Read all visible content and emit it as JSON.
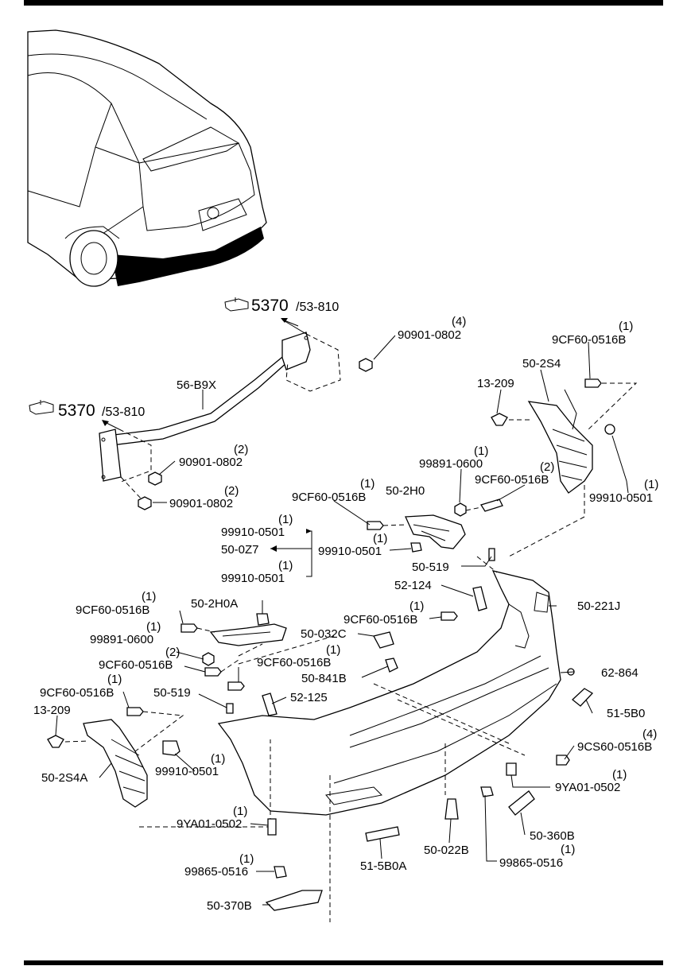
{
  "references": [
    {
      "main": "5370",
      "sub": "/53-810"
    },
    {
      "main": "5370",
      "sub": "/53-810"
    }
  ],
  "parts": [
    {
      "part_no": "56-B9X",
      "qty": ""
    },
    {
      "part_no": "90901-0802",
      "qty": "(4)"
    },
    {
      "part_no": "90901-0802",
      "qty": "(2)"
    },
    {
      "part_no": "90901-0802",
      "qty": "(2)"
    },
    {
      "part_no": "9CF60-0516B",
      "qty": "(1)"
    },
    {
      "part_no": "50-2S4",
      "qty": ""
    },
    {
      "part_no": "13-209",
      "qty": ""
    },
    {
      "part_no": "99891-0600",
      "qty": "(1)"
    },
    {
      "part_no": "9CF60-0516B",
      "qty": "(2)"
    },
    {
      "part_no": "99910-0501",
      "qty": "(1)"
    },
    {
      "part_no": "9CF60-0516B",
      "qty": "(1)"
    },
    {
      "part_no": "50-2H0",
      "qty": ""
    },
    {
      "part_no": "99910-0501",
      "qty": "(1)"
    },
    {
      "part_no": "50-0Z7",
      "qty": ""
    },
    {
      "part_no": "99910-0501",
      "qty": "(1)"
    },
    {
      "part_no": "99910-0501",
      "qty": "(1)"
    },
    {
      "part_no": "50-519",
      "qty": ""
    },
    {
      "part_no": "52-124",
      "qty": ""
    },
    {
      "part_no": "9CF60-0516B",
      "qty": "(1)"
    },
    {
      "part_no": "50-221J",
      "qty": ""
    },
    {
      "part_no": "50-032C",
      "qty": ""
    },
    {
      "part_no": "9CF60-0516B",
      "qty": "(1)"
    },
    {
      "part_no": "50-2H0A",
      "qty": ""
    },
    {
      "part_no": "99891-0600",
      "qty": "(1)"
    },
    {
      "part_no": "9CF60-0516B",
      "qty": "(2)"
    },
    {
      "part_no": "9CF60-0516B",
      "qty": "(1)"
    },
    {
      "part_no": "50-841B",
      "qty": ""
    },
    {
      "part_no": "62-864",
      "qty": ""
    },
    {
      "part_no": "9CF60-0516B",
      "qty": "(1)"
    },
    {
      "part_no": "50-519",
      "qty": ""
    },
    {
      "part_no": "52-125",
      "qty": ""
    },
    {
      "part_no": "13-209",
      "qty": ""
    },
    {
      "part_no": "51-5B0",
      "qty": ""
    },
    {
      "part_no": "9CS60-0516B",
      "qty": "(4)"
    },
    {
      "part_no": "50-2S4A",
      "qty": ""
    },
    {
      "part_no": "99910-0501",
      "qty": "(1)"
    },
    {
      "part_no": "9YA01-0502",
      "qty": "(1)"
    },
    {
      "part_no": "9YA01-0502",
      "qty": "(1)"
    },
    {
      "part_no": "50-360B",
      "qty": ""
    },
    {
      "part_no": "51-5B0A",
      "qty": ""
    },
    {
      "part_no": "50-022B",
      "qty": ""
    },
    {
      "part_no": "99865-0516",
      "qty": "(1)"
    },
    {
      "part_no": "99865-0516",
      "qty": "(1)"
    },
    {
      "part_no": "50-370B",
      "qty": ""
    }
  ],
  "colors": {
    "ink": "#000000",
    "paper": "#ffffff"
  },
  "icons": {
    "reference": "pointing-hand-icon"
  }
}
